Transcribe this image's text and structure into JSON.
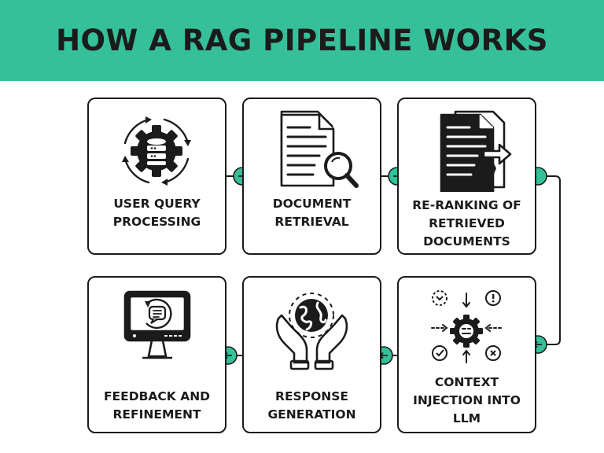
{
  "title": "HOW A RAG PIPELINE WORKS",
  "colors": {
    "accent": "#36c09a",
    "ink": "#1b1b1b",
    "background": "#ffffff"
  },
  "steps": [
    {
      "label": "USER QUERY\nPROCESSING",
      "icon": "gear-database-icon"
    },
    {
      "label": "DOCUMENT\nRETRIEVAL",
      "icon": "document-search-icon"
    },
    {
      "label": "RE-RANKING OF\nRETRIEVED\nDOCUMENTS",
      "icon": "document-arrow-icon"
    },
    {
      "label": "CONTEXT\nINJECTION INTO\nLLM",
      "icon": "gear-context-icon"
    },
    {
      "label": "RESPONSE\nGENERATION",
      "icon": "hands-globe-icon"
    },
    {
      "label": "FEEDBACK AND\nREFINEMENT",
      "icon": "monitor-chat-icon"
    }
  ]
}
